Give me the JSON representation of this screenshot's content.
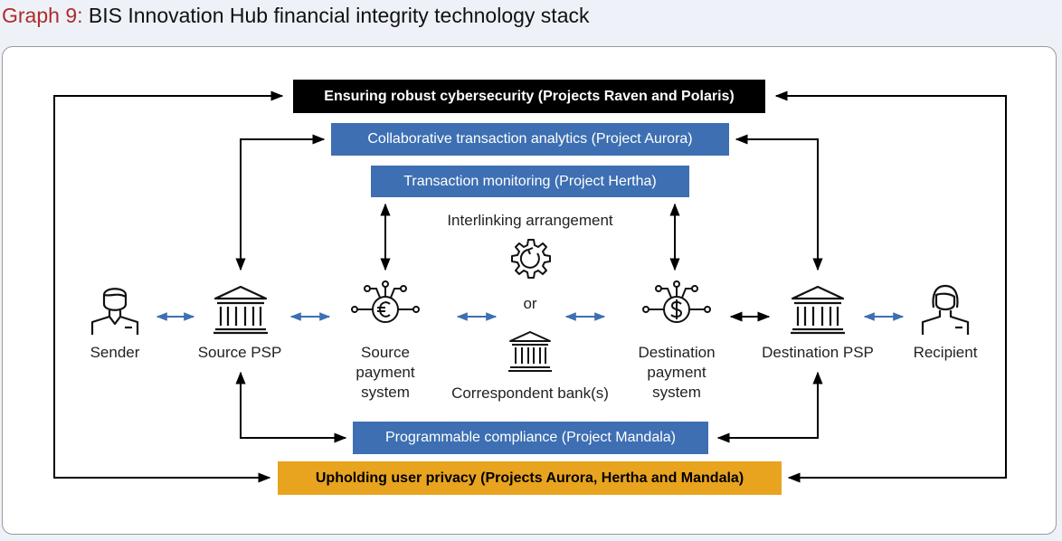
{
  "title": {
    "number": "Graph 9:",
    "text": "BIS Innovation Hub financial integrity technology stack"
  },
  "bars": {
    "cybersecurity": "Ensuring robust cybersecurity (Projects Raven and Polaris)",
    "analytics": "Collaborative transaction analytics (Project Aurora)",
    "monitoring": "Transaction monitoring (Project Hertha)",
    "compliance": "Programmable compliance (Project Mandala)",
    "privacy": "Upholding user privacy (Projects Aurora, Hertha and Mandala)"
  },
  "nodes": {
    "sender": "Sender",
    "source_psp": "Source PSP",
    "source_ps": "Source\npayment\nsystem",
    "interlinking": "Interlinking arrangement",
    "or": "or",
    "correspondent": "Correspondent bank(s)",
    "dest_ps": "Destination\npayment\nsystem",
    "dest_psp": "Destination PSP",
    "recipient": "Recipient"
  },
  "icons": {
    "sender": "person-icon",
    "source_psp": "bank-icon",
    "source_ps": "euro-network-icon",
    "interlinking": "gear-icon",
    "correspondent": "bank-icon",
    "dest_ps": "dollar-network-icon",
    "dest_psp": "bank-icon",
    "recipient": "person-icon"
  },
  "colors": {
    "title_number": "#b02b2b",
    "blue": "#3d6fb2",
    "orange": "#e8a41f",
    "black": "#000000",
    "arrow_blue": "#3d6fb2"
  }
}
